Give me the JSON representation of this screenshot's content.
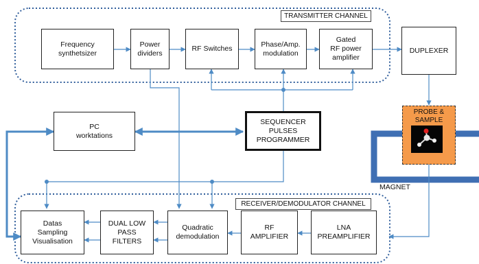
{
  "channels": {
    "transmitter": "TRANSMITTER CHANNEL",
    "receiver": "RECEIVER/DEMODULATOR CHANNEL"
  },
  "blocks": {
    "freq_synth": "Frequency\nsynthetsizer",
    "power_div": "Power\ndividers",
    "rf_switches": "RF Switches",
    "phase_amp": "Phase/Amp.\nmodulation",
    "gated_amp": "Gated\nRF power\namplifier",
    "duplexer": "DUPLEXER",
    "pc": "PC\nworktations",
    "sequencer": "SEQUENCER\nPULSES\nPROGRAMMER",
    "datas": "Datas\nSampling\nVisualisation",
    "filters": "DUAL LOW\nPASS\nFILTERS",
    "quadratic": "Quadratic\ndemodulation",
    "rf_amp": "RF\nAMPLIFIER",
    "lna": "LNA\nPREAMPLIFIER"
  },
  "probe": "PROBE  &\nSAMPLE",
  "magnet": "MAGNET",
  "colors": {
    "link": "#4e8bc5",
    "magnet": "#3f6fb3",
    "probe": "#f59a4a",
    "channel_border": "#2f5d9b"
  }
}
